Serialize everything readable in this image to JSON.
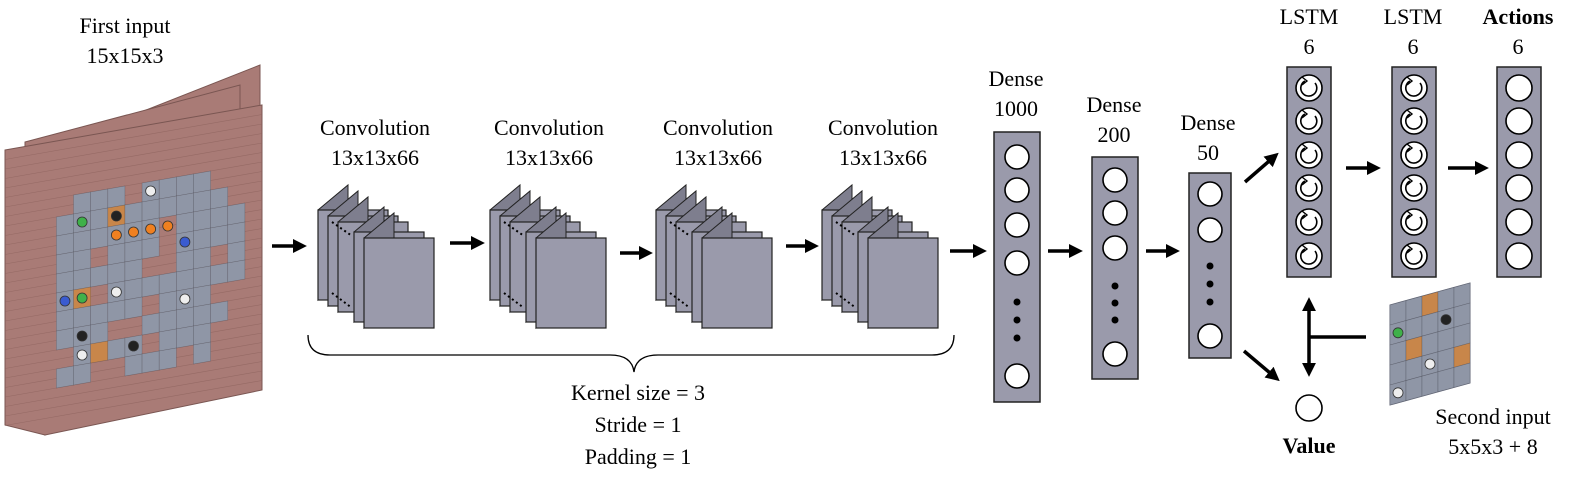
{
  "first_input": {
    "title": "First input",
    "dims": "15x15x3"
  },
  "conv_layers": [
    {
      "title": "Convolution",
      "dims": "13x13x66"
    },
    {
      "title": "Convolution",
      "dims": "13x13x66"
    },
    {
      "title": "Convolution",
      "dims": "13x13x66"
    },
    {
      "title": "Convolution",
      "dims": "13x13x66"
    }
  ],
  "conv_params": {
    "kernel": "Kernel size = 3",
    "stride": "Stride = 1",
    "padding": "Padding = 1"
  },
  "dense_layers": [
    {
      "title": "Dense",
      "size": "1000"
    },
    {
      "title": "Dense",
      "size": "200"
    },
    {
      "title": "Dense",
      "size": "50"
    }
  ],
  "lstm_layers": [
    {
      "title": "LSTM",
      "size": "6"
    },
    {
      "title": "LSTM",
      "size": "6"
    }
  ],
  "actions": {
    "title": "Actions",
    "size": "6"
  },
  "value": {
    "title": "Value"
  },
  "second_input": {
    "title": "Second input",
    "dims": "5x5x3 + 8"
  },
  "colors": {
    "layer_fill": "#9a9aab",
    "board_wall": "#a97b76",
    "board_floor": "#8f96a6",
    "box": "#c8864a",
    "node": "#ffffff"
  }
}
